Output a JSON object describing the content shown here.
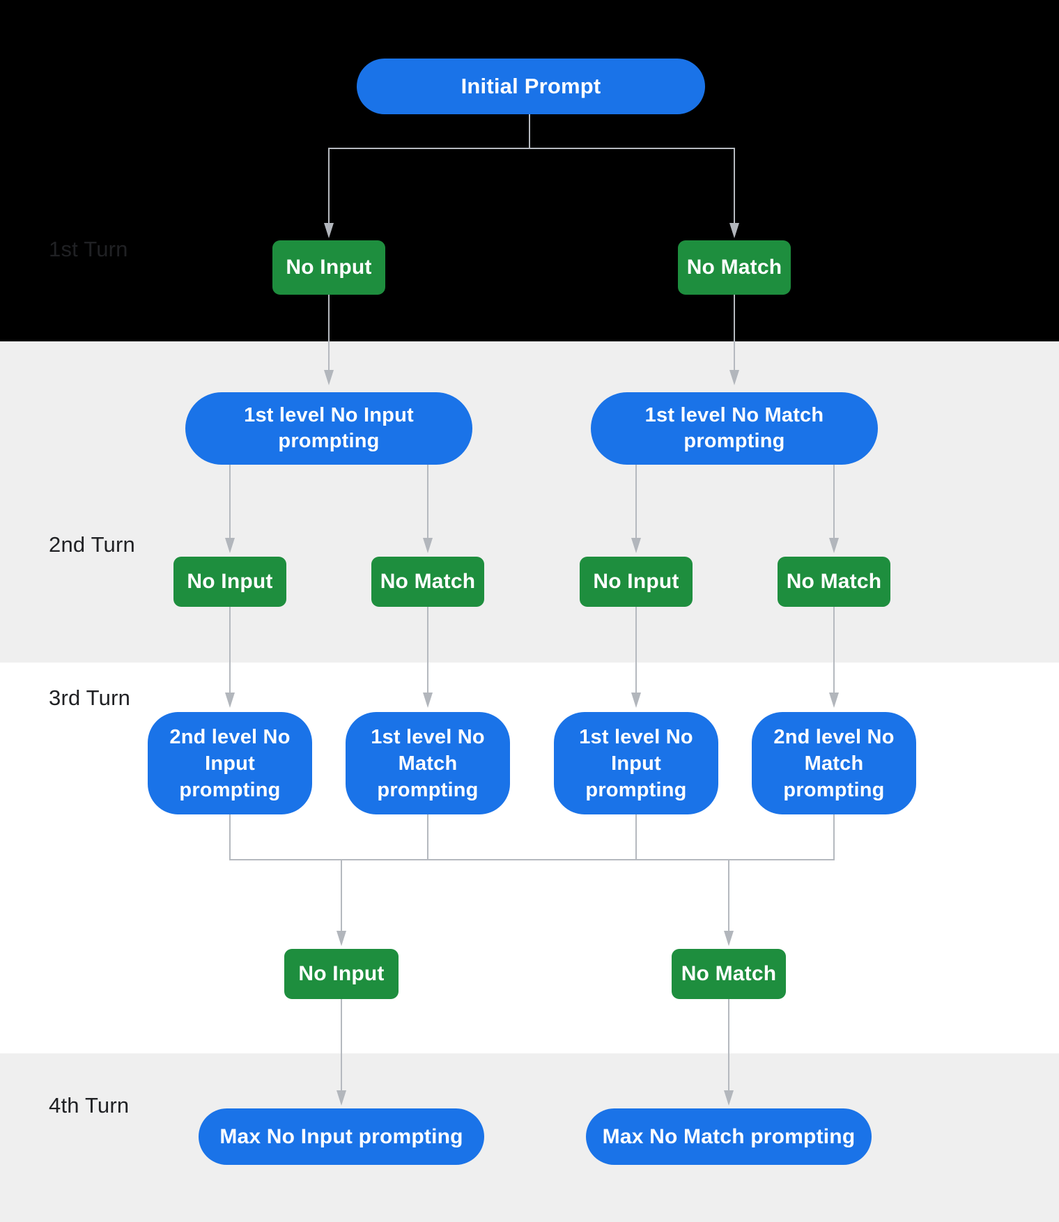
{
  "turns": [
    {
      "label": "1st Turn"
    },
    {
      "label": "2nd Turn"
    },
    {
      "label": "3rd Turn"
    },
    {
      "label": "4th Turn"
    }
  ],
  "nodes": {
    "initial_prompt": "Initial Prompt",
    "turn1_no_input": "No Input",
    "turn1_no_match": "No Match",
    "level1_no_input_prompting": "1st level No Input prompting",
    "level1_no_match_prompting": "1st level No Match prompting",
    "turn2_no_input_left": "No Input",
    "turn2_no_match_left": "No Match",
    "turn2_no_input_right": "No Input",
    "turn2_no_match_right": "No Match",
    "turn3_level2_no_input_prompting": "2nd level No Input prompting",
    "turn3_level1_no_match_prompting": "1st level No Match prompting",
    "turn3_level1_no_input_prompting": "1st level No Input prompting",
    "turn3_level2_no_match_prompting": "2nd level No Match prompting",
    "turn4_no_input": "No Input",
    "turn4_no_match": "No Match",
    "max_no_input_prompting": "Max No Input prompting",
    "max_no_match_prompting": "Max No Match prompting"
  },
  "colors": {
    "prompt_node_blue": "#1a73e8",
    "event_node_green": "#1e8e3e",
    "connector_gray": "#b5b9bf",
    "band_black": "#000000",
    "band_gray": "#efefef",
    "band_white": "#ffffff",
    "turn_label_text": "#202124",
    "node_text": "#ffffff"
  }
}
